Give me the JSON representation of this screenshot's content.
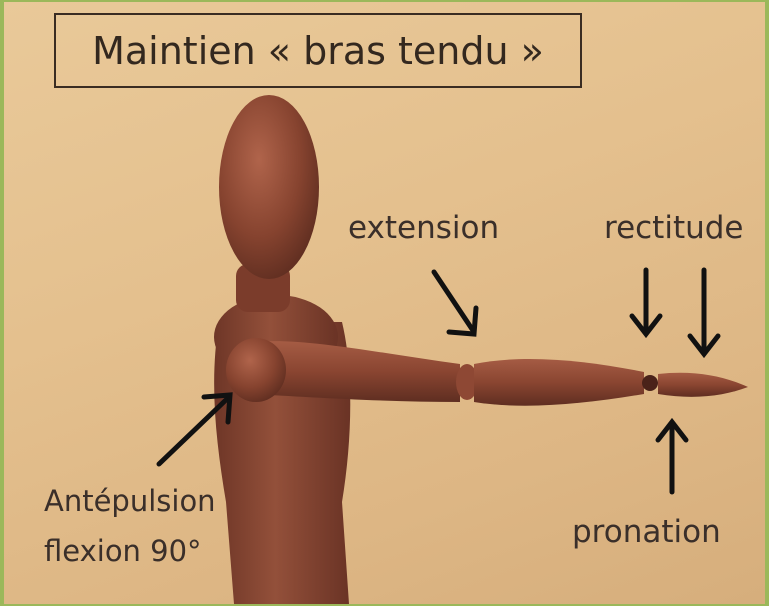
{
  "title": "Maintien « bras tendu »",
  "labels": {
    "extension": "extension",
    "rectitude": "rectitude",
    "antepulsion_line1": "Antépulsion",
    "antepulsion_line2": "flexion 90°",
    "pronation": "pronation"
  },
  "colors": {
    "frame": "#9bb85a",
    "background": "#e4c08e",
    "wood": "#8c4a35",
    "arrow": "#111111"
  }
}
